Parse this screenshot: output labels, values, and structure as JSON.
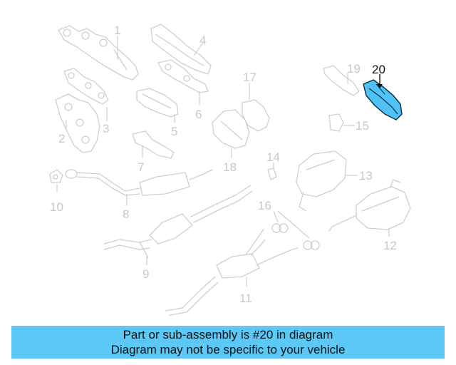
{
  "diagram": {
    "highlight_color": "#4fc3f7",
    "callout_numbers": [
      "1",
      "2",
      "3",
      "4",
      "5",
      "6",
      "7",
      "8",
      "9",
      "10",
      "11",
      "12",
      "13",
      "14",
      "15",
      "16",
      "17",
      "18",
      "19",
      "20"
    ],
    "selected_part": "20"
  },
  "banner": {
    "line1": "Part or sub-assembly is #20 in diagram",
    "line2": "Diagram may not be specific to your vehicle",
    "background_color": "#5bc8f5"
  }
}
